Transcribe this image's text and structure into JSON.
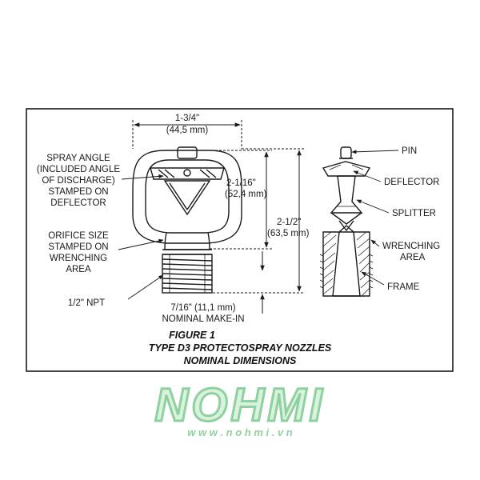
{
  "figure": {
    "caption_line1": "FIGURE 1",
    "caption_line2": "TYPE D3 PROTECTOSPRAY NOZZLES",
    "caption_line3": "NOMINAL DIMENSIONS"
  },
  "dimensions": {
    "width_fraction": "1-3/4\"",
    "width_metric": "(44,5 mm)",
    "inner_height_fraction": "2-1/16\"",
    "inner_height_metric": "(52,4 mm)",
    "overall_height_fraction": "2-1/2\"",
    "overall_height_metric": "(63,5 mm)",
    "makein_value": "7/16\" (11,1 mm)",
    "makein_label": "NOMINAL MAKE-IN"
  },
  "left_labels": {
    "spray_angle": [
      "SPRAY ANGLE",
      "(INCLUDED ANGLE",
      "OF DISCHARGE)",
      "STAMPED ON",
      "DEFLECTOR"
    ],
    "orifice": [
      "ORIFICE SIZE",
      "STAMPED ON",
      "WRENCHING",
      "AREA"
    ],
    "npt": "1/2\" NPT"
  },
  "right_labels": {
    "pin": "PIN",
    "deflector": "DEFLECTOR",
    "splitter": "SPLITTER",
    "wrenching": [
      "WRENCHING",
      "AREA"
    ],
    "frame": "FRAME"
  },
  "watermark": {
    "brand": "NOHMI",
    "url": "w w w . n o h m i . v n",
    "color": "#8fd19e"
  }
}
